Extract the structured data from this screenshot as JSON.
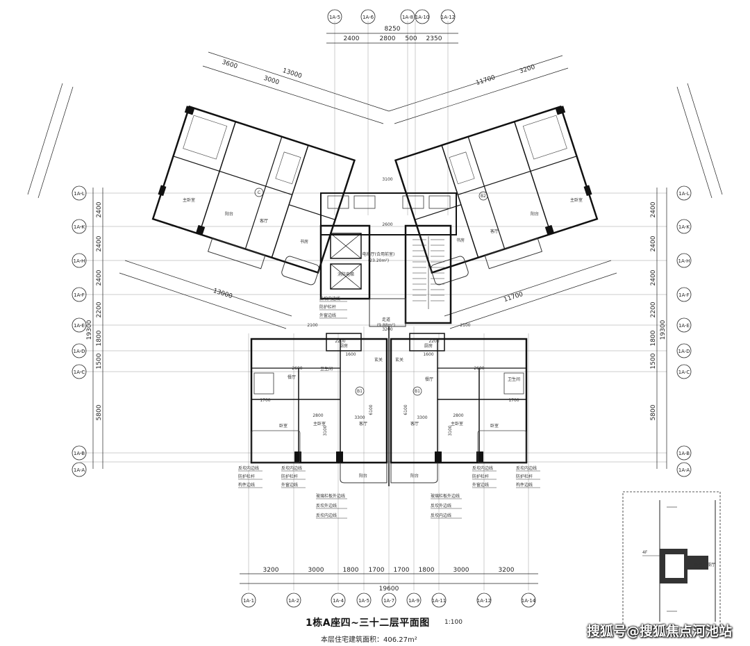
{
  "plan": {
    "title": "1栋A座四~三十二层平面图",
    "scale": "1:100",
    "area_label": "本层住宅建筑面积：406.27m²"
  },
  "watermark": "搜狐号@搜狐焦点河池站",
  "top_dims": {
    "total": "8250",
    "segments": [
      "2400",
      "2800",
      "500",
      "2350"
    ]
  },
  "bottom_dims": {
    "total": "19600",
    "segments": [
      "3200",
      "3000",
      "1800",
      "1700",
      "1700",
      "1800",
      "3000",
      "3200"
    ]
  },
  "side_dims": {
    "total": "19300",
    "segments": [
      "2400",
      "2400",
      "2400",
      "2200",
      "1800",
      "1500",
      "5800"
    ]
  },
  "bottom_axes": [
    "1A-1",
    "1A-2",
    "1A-4",
    "1A-5",
    "1A-7",
    "1A-9",
    "1A-11",
    "1A-12",
    "1A-14"
  ],
  "left_axes": [
    "1A-L",
    "1A-K",
    "1A-H",
    "1A-F",
    "1A-E",
    "1A-D",
    "1A-C",
    "1A-B",
    "1A-A"
  ],
  "right_axes": [
    "1A-L",
    "1A-K",
    "1A-H",
    "1A-F",
    "1A-E",
    "1A-D",
    "1A-C",
    "1A-B",
    "1A-A"
  ],
  "top_axes": [
    "1A-5",
    "1A-6",
    "1A-8",
    "1A-10",
    "1A-12"
  ],
  "room_labels": {
    "lift_hall": "电梯厅(合用前室)",
    "lift_hall_area": "(23.20m²)",
    "corridor": "走道",
    "corridor_area": "(9.88m²)",
    "fire_lift": "消防电梯",
    "living": "客厅",
    "master": "主卧室",
    "bedroom": "卧室",
    "kitchen": "厨房",
    "bath": "卫生间",
    "balcony": "阳台",
    "dining": "餐厅",
    "study": "书房",
    "entry": "玄关"
  },
  "callouts": {
    "c1": "反坎内边线",
    "c2": "防护栏杆",
    "c3": "外窗边线",
    "c4": "玻璃栏板外边线",
    "c5": "反坎外边线",
    "c6": "构件边线"
  },
  "unit_tags": [
    "B1",
    "B1",
    "B2",
    "C"
  ],
  "internal_dims": {
    "d_3200": "3200",
    "d_2600": "2600",
    "d_3100": "3100",
    "d_2100": "2100",
    "d_6100": "6100",
    "d_3300": "3300",
    "d_2800": "2800",
    "d_1700": "1700",
    "d_2200": "2200",
    "d_1600": "1600",
    "d_3600": "3600",
    "d_3000": "3000",
    "d_11700": "11700",
    "d_13000": "13000"
  },
  "detail": {
    "level": "4F",
    "note": "卧室、餐厅"
  }
}
